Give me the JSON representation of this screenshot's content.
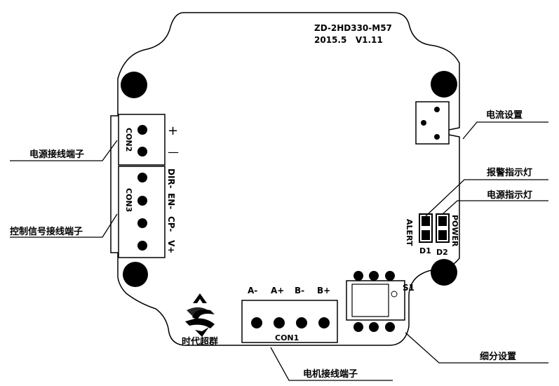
{
  "board": {
    "model": "ZD-2HD330-M57",
    "version_line": "2015.5   V1.11",
    "brand": "时代超群"
  },
  "connectors": {
    "con2": {
      "id": "CON2",
      "pins": [
        "+",
        "—"
      ]
    },
    "con3": {
      "id": "CON3",
      "pins": [
        "DIR-",
        "EN-",
        "CP-",
        "V+"
      ]
    },
    "con1": {
      "id": "CON1",
      "pins": [
        "A-",
        "A+",
        "B-",
        "B+"
      ]
    }
  },
  "leds": {
    "d1": "D1",
    "d2": "D2",
    "alert": "ALERT",
    "power": "POWER"
  },
  "switch": {
    "id": "S1"
  },
  "callouts": {
    "current_setting": "电流设置",
    "alarm_led": "报警指示灯",
    "power_led": "电源指示灯",
    "power_terminal": "电源接线端子",
    "control_terminal": "控制信号接线端子",
    "motor_terminal": "电机接线端子",
    "microstep_setting": "细分设置"
  }
}
